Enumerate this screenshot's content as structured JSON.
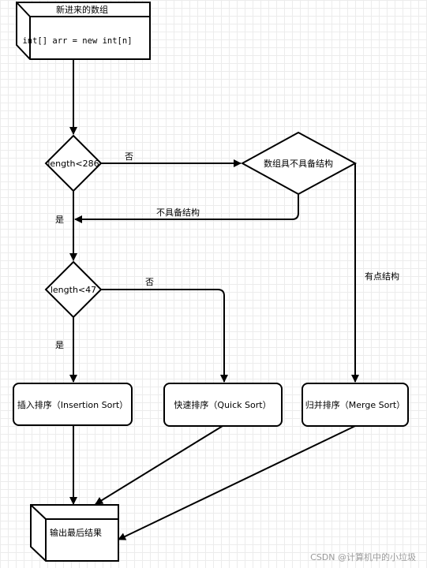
{
  "nodes": {
    "start_title": "新进来的数组",
    "start_code": "int[] arr = new int[n]",
    "decision_length_286": "length<286",
    "decision_structure": "数组具不具备结构",
    "decision_length_47": "length<47",
    "insertion_sort": "插入排序（Insertion Sort）",
    "quick_sort": "快速排序（Quick Sort）",
    "merge_sort": "归并排序（Merge Sort）",
    "output": "输出最后结果"
  },
  "edges": {
    "no_1": "否",
    "no_structure": "不具备结构",
    "yes_1": "是",
    "no_2": "否",
    "has_structure": "有点结构",
    "yes_2": "是"
  },
  "watermark": "CSDN @计算机中的小垃圾"
}
